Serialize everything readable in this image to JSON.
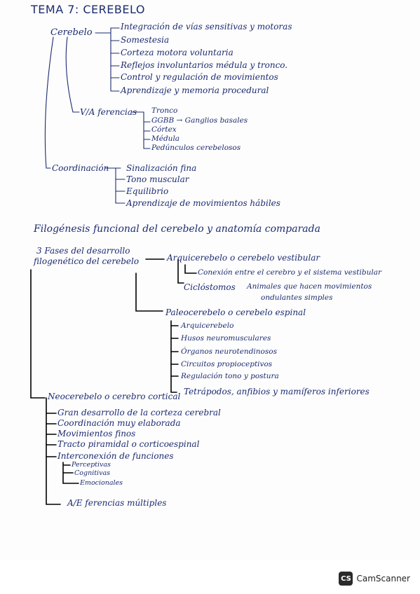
{
  "title": "TEMA 7: CEREBELO",
  "section1": {
    "root": "Cerebelo",
    "functions": [
      "Integración de vías sensitivas y motoras",
      "Somestesia",
      "Corteza motora voluntaria",
      "Reflejos involuntarios médula y tronco.",
      "Control y regulación de movimientos",
      "Aprendizaje y memoria procedural"
    ],
    "aferencias_label": "V/A ferencias",
    "aferencias": [
      "Tronco",
      "GGBB → Ganglios basales",
      "Córtex",
      "Médula",
      "Pedúnculos cerebelosos"
    ],
    "coordinacion_label": "Coordinación",
    "coordinacion": [
      "Sinalización fina",
      "Tono muscular",
      "Equilibrio",
      "Aprendizaje de movimientos hábiles"
    ]
  },
  "section2": {
    "heading": "Filogénesis funcional del cerebelo y anatomía comparada",
    "phases_label_1": "3 Fases del desarrollo",
    "phases_label_2": "filogenético del cerebelo",
    "arqui": "Arquicerebelo o cerebelo vestibular",
    "arqui_conexion": "Conexión entre el cerebro y el sistema vestibular",
    "ciclostomos": "Ciclóstomos",
    "ciclostomos_desc_1": "Animales que hacen movimientos",
    "ciclostomos_desc_2": "ondulantes simples",
    "paleo": "Paleocerebelo o cerebelo espinal",
    "paleo_items": [
      "Arquicerebelo",
      "Husos neuromusculares",
      "Órganos neurotendinosos",
      "Circuitos propioceptivos",
      "Regulación tono y postura"
    ],
    "paleo_animals": "Tetrápodos, anfibios y mamíferos inferiores",
    "neo": "Neocerebelo o cerebro cortical",
    "neo_items": [
      "Gran desarrollo de la corteza cerebral",
      "Coordinación muy elaborada",
      "Movimientos finos",
      "Tracto piramidal o corticoespinal",
      "Interconexión de funciones"
    ],
    "interconexion_items": [
      "Perceptivas",
      "Cognitivas",
      "Emocionales"
    ],
    "neo_last": "A/E ferencias múltiples"
  },
  "watermark": "CamScanner",
  "watermark_logo": "CS"
}
